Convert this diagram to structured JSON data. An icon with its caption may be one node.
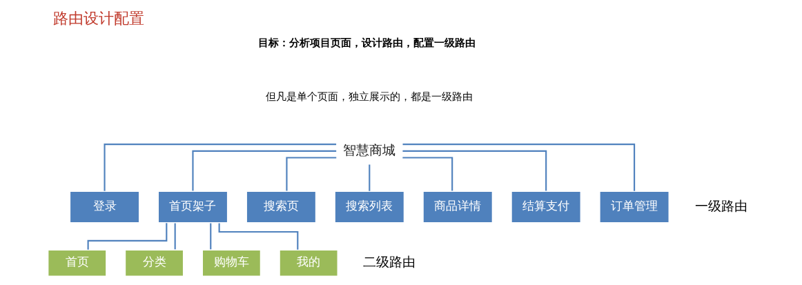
{
  "diagram": {
    "title": "路由设计配置",
    "nodes": [
      {
        "text": [
          "智慧商城"
        ]
      },
      {
        "text": [
          "登录"
        ]
      },
      {
        "text": [
          "首页架子"
        ]
      },
      {
        "text": [
          "搜索页"
        ]
      },
      {
        "text": [
          "搜索列表"
        ]
      },
      {
        "text": [
          "商品详情"
        ]
      },
      {
        "text": [
          "结算支付"
        ]
      },
      {
        "text": [
          "订单管理"
        ]
      },
      {
        "text": [
          "首页"
        ]
      },
      {
        "text": [
          "分类"
        ]
      },
      {
        "text": [
          "购物车"
        ]
      },
      {
        "text": [
          "我的"
        ]
      }
    ],
    "edges": [
      {
        "from": 0,
        "to": 1,
        "arrow": "none"
      },
      {
        "from": 0,
        "to": 2,
        "arrow": "none"
      },
      {
        "from": 0,
        "to": 3,
        "arrow": "none"
      },
      {
        "from": 0,
        "to": 4,
        "arrow": "none"
      },
      {
        "from": 0,
        "to": 5,
        "arrow": "none"
      },
      {
        "from": 0,
        "to": 6,
        "arrow": "none"
      },
      {
        "from": 0,
        "to": 7,
        "arrow": "none"
      },
      {
        "from": 2,
        "to": 8,
        "arrow": "none"
      },
      {
        "from": 2,
        "to": 9,
        "arrow": "none"
      },
      {
        "from": 2,
        "to": 10,
        "arrow": "none"
      },
      {
        "from": 2,
        "to": 11,
        "arrow": "none"
      }
    ],
    "labels": [
      "目标：分析项目页面，设计路由，配置一级路由",
      "但凡是单个页面，独立展示的，都是一级路由",
      "一级路由",
      "二级路由"
    ]
  }
}
